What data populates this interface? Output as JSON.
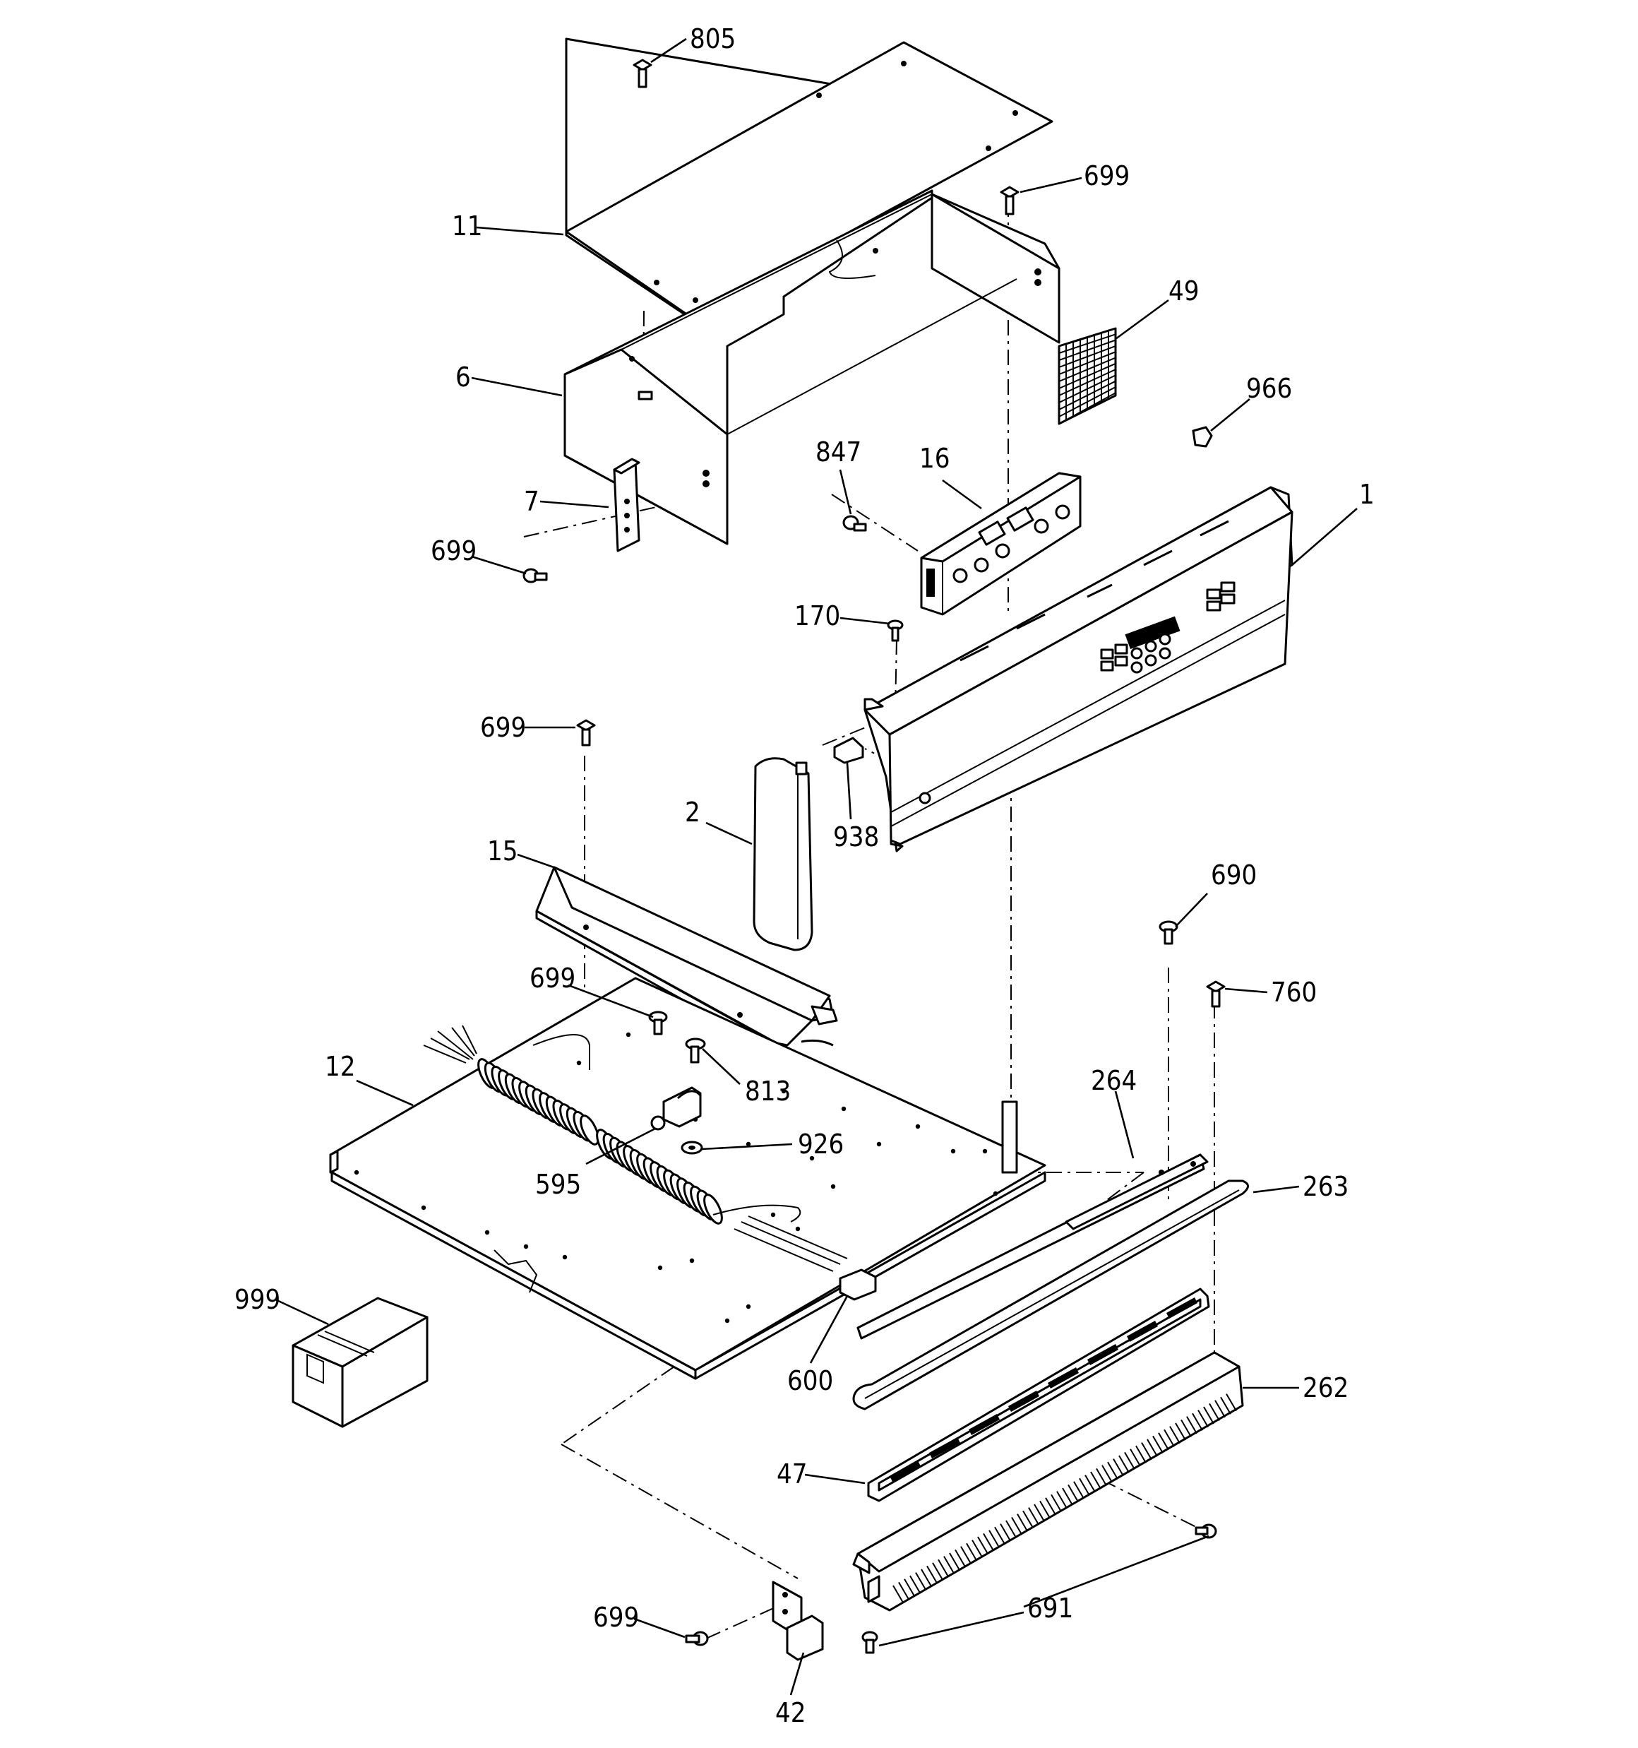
{
  "diagram": {
    "labels": {
      "l805": "805",
      "l11": "11",
      "l699a": "699",
      "l49": "49",
      "l6": "6",
      "l966": "966",
      "l847": "847",
      "l16": "16",
      "l1": "1",
      "l7": "7",
      "l699b": "699",
      "l170": "170",
      "l699c": "699",
      "l2": "2",
      "l938": "938",
      "l15": "15",
      "l690": "690",
      "l699d": "699",
      "l760": "760",
      "l12": "12",
      "l813": "813",
      "l264": "264",
      "l926": "926",
      "l595": "595",
      "l263": "263",
      "l999": "999",
      "l600": "600",
      "l262": "262",
      "l47": "47",
      "l691": "691",
      "l699e": "699",
      "l42": "42"
    }
  }
}
